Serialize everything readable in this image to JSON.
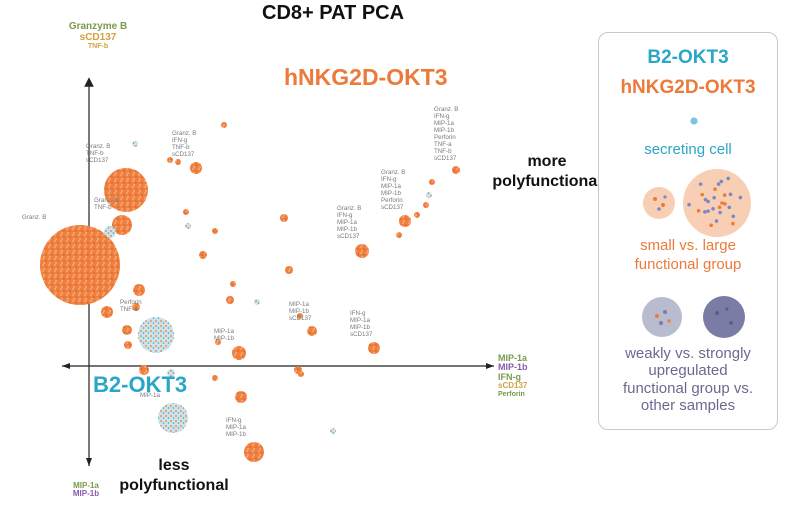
{
  "title": "CD8+ PAT PCA",
  "axis_labels": {
    "y_top": [
      "Granzyme B",
      "sCD137",
      "TNF-b"
    ],
    "y_bottom": [
      "MIP-1a",
      "MIP-1b"
    ],
    "x_right": [
      "MIP-1a",
      "MIP-1b",
      "IFN-g",
      "sCD137",
      "Perforin"
    ]
  },
  "group_labels": {
    "okt3": "B2-OKT3",
    "nkg2d": "hNKG2D-OKT3"
  },
  "annotations": {
    "more": "more\npolyfunctional",
    "less": "less\npolyfunctional"
  },
  "legend": {
    "group1": "B2-OKT3",
    "group2": "hNKG2D-OKT3",
    "secreting": "secreting cell",
    "size": "small vs. large\nfunctional group",
    "strength": "weakly vs. strongly\nupregulated\nfunctional group vs.\nother samples"
  },
  "colors": {
    "okt3": "#2aa6c7",
    "nkg2d": "#ec7a3a",
    "axis_green": "#7a9a4a",
    "axis_purple": "#8a5ab0",
    "axis_orange": "#d4a040",
    "weak": "#b9bccf",
    "strong": "#7b7ca6"
  },
  "chart_data": {
    "type": "scatter",
    "title": "CD8+ PAT PCA",
    "xlabel": "",
    "ylabel": "",
    "points": [
      {
        "group": "hNKG2D-OKT3",
        "size": "large",
        "labels": [
          "Granz. B"
        ]
      },
      {
        "group": "hNKG2D-OKT3",
        "size": "medium",
        "labels": [
          "Granz. B",
          "TNF-b",
          "sCD137"
        ]
      },
      {
        "group": "hNKG2D-OKT3",
        "size": "small",
        "labels": [
          "Granz. B",
          "TNF-b"
        ]
      },
      {
        "group": "hNKG2D-OKT3",
        "size": "small",
        "labels": [
          "Granz. B",
          "IFN-g",
          "TNF-b",
          "sCD137"
        ]
      },
      {
        "group": "hNKG2D-OKT3",
        "size": "small",
        "labels": [
          "Granz. B",
          "IFN-g",
          "MIP-1a",
          "MIP-1b",
          "Perforin",
          "TNF-a",
          "TNF-b",
          "sCD137"
        ]
      },
      {
        "group": "hNKG2D-OKT3",
        "size": "small",
        "labels": [
          "Granz. B",
          "IFN-g",
          "MIP-1a",
          "MIP-1b",
          "Perforin",
          "sCD137"
        ]
      },
      {
        "group": "hNKG2D-OKT3",
        "size": "small",
        "labels": [
          "IFN-g",
          "MIP-1a",
          "MIP-1b",
          "sCD137"
        ]
      },
      {
        "group": "hNKG2D-OKT3",
        "size": "medium",
        "labels": [
          "Granz. B",
          "IFN-g",
          "MIP-1a",
          "MIP-1b",
          "sCD137"
        ]
      },
      {
        "group": "hNKG2D-OKT3",
        "size": "small",
        "labels": [
          "MIP-1a",
          "MIP-1b",
          "sCD137"
        ]
      },
      {
        "group": "hNKG2D-OKT3",
        "size": "medium",
        "labels": [
          "MIP-1a",
          "MIP-1b"
        ]
      },
      {
        "group": "hNKG2D-OKT3",
        "size": "small",
        "labels": [
          "IFN-g",
          "MIP-1a",
          "MIP-1b"
        ]
      },
      {
        "group": "B2-OKT3",
        "size": "medium",
        "labels": [
          "MIP-1a"
        ]
      },
      {
        "group": "B2-OKT3",
        "size": "medium",
        "labels": [
          "Perforin",
          "TNF-a"
        ]
      }
    ]
  }
}
